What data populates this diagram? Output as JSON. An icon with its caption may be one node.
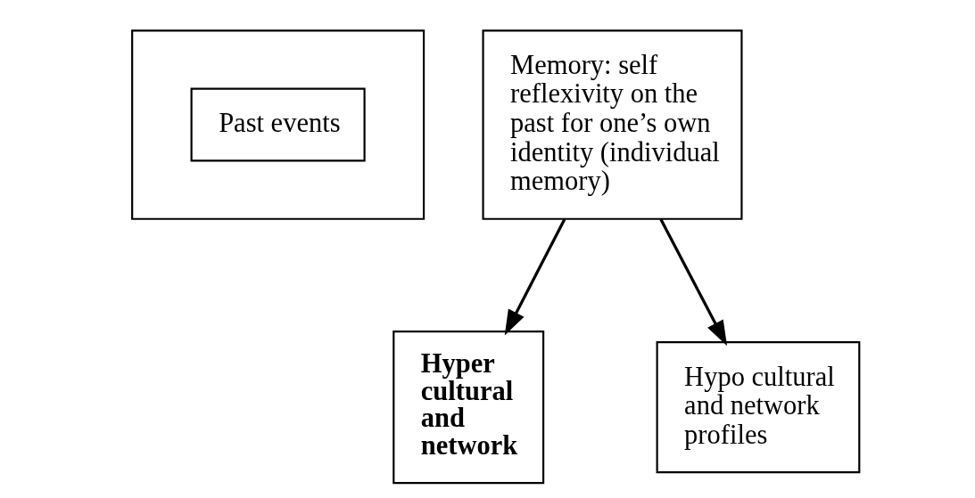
{
  "diagram": {
    "nodes": [
      {
        "text": [],
        "shape": "box"
      },
      {
        "text": [
          "Past events"
        ],
        "in": 0
      },
      {
        "text": [
          "Memory: self reflexivity on the past for one’s own identity (individual memory)"
        ]
      },
      {
        "text": [
          "Hyper cultural and network"
        ]
      },
      {
        "text": [
          "Hypo cultural and network profiles"
        ]
      }
    ],
    "edges": [
      {
        "from": 2,
        "to": 3,
        "arrow": "to"
      },
      {
        "from": 2,
        "to": 4,
        "arrow": "to"
      }
    ]
  }
}
